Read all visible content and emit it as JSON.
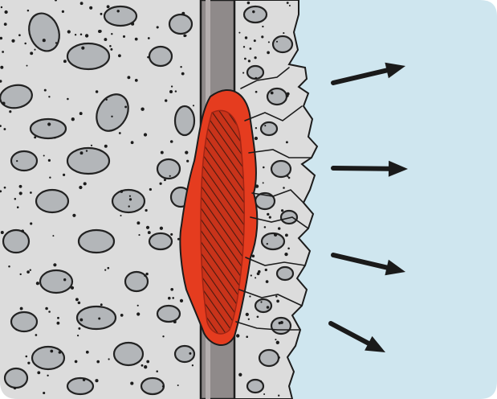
{
  "illustration": {
    "colors": {
      "concrete": "#dcdcdc",
      "aggregate": "#b3b6b9",
      "aggregate_stroke": "#222222",
      "rebar": "#8f8a8a",
      "rust": "#e53c1f",
      "rust_dark": "#a02414",
      "outline": "#1c1c1c",
      "exterior": "#cfe6ef",
      "arrow": "#1a1a1a"
    },
    "arrow_count": 4,
    "icons": [
      "concrete-block",
      "rebar",
      "rust-expansion",
      "spalling-crack",
      "expansion-arrow"
    ]
  }
}
